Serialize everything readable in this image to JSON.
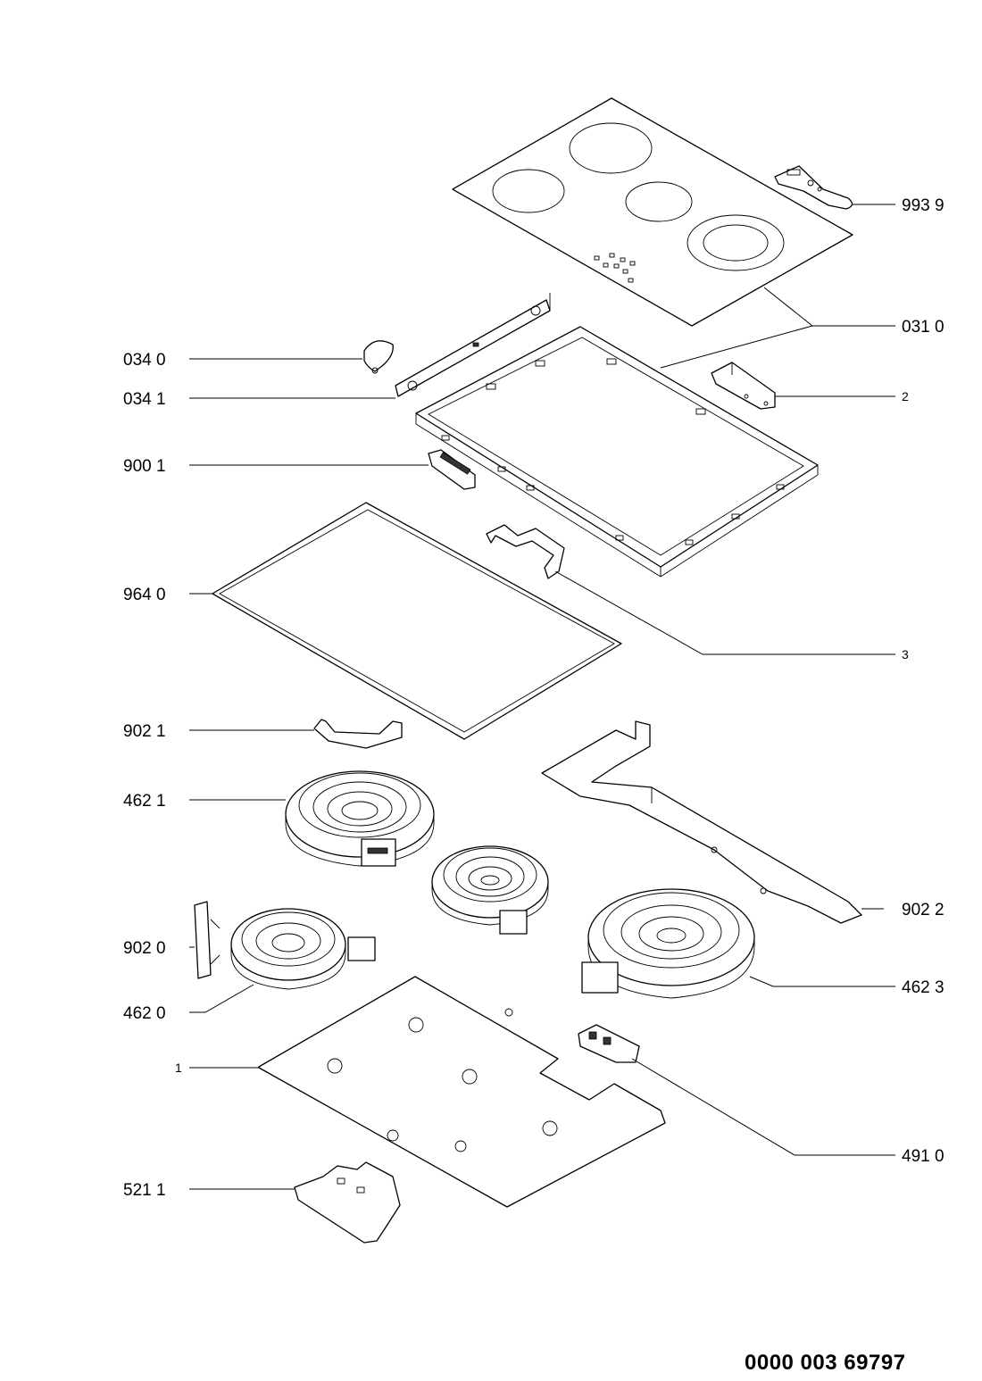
{
  "document_number": "0000 003 69797",
  "parts": {
    "p9939": "993 9",
    "p0310": "031 0",
    "p0340": "034 0",
    "p0341": "034 1",
    "p2": "2",
    "p9001": "900 1",
    "p9640": "964 0",
    "p3": "3",
    "p9021": "902 1",
    "p4621": "462 1",
    "p9022": "902 2",
    "p9020": "902 0",
    "p4623": "462 3",
    "p4620": "462 0",
    "p1": "1",
    "p4910": "491 0",
    "p5211": "521 1"
  }
}
